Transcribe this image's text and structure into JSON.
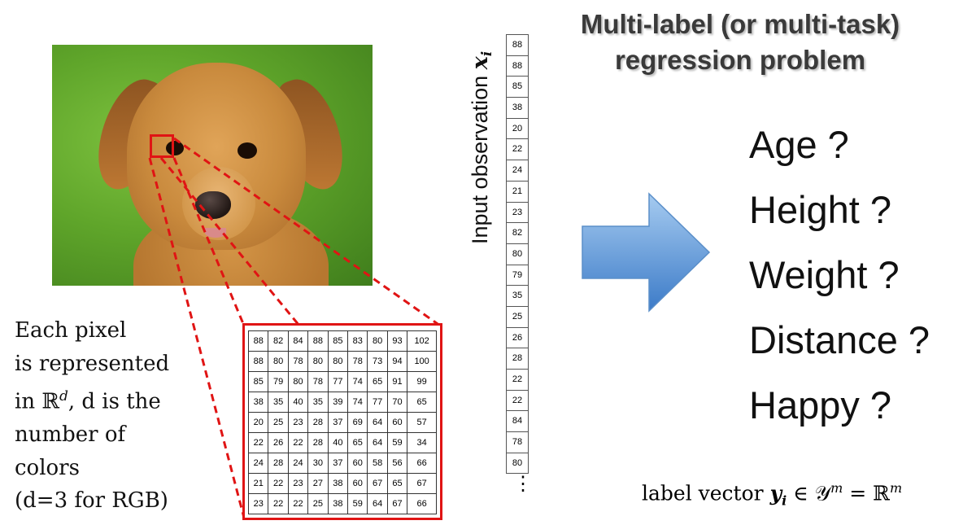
{
  "title": {
    "line1": "Multi-label (or multi-task)",
    "line2": "regression problem"
  },
  "description": {
    "lines": [
      "Each pixel",
      "is represented",
      "in ℝ",
      "number of",
      "colors",
      "(d=3 for RGB)"
    ],
    "superscript_d": "d",
    "suffix_line3": ", d is the"
  },
  "pixel_grid": [
    [
      88,
      82,
      84,
      88,
      85,
      83,
      80,
      93,
      102
    ],
    [
      88,
      80,
      78,
      80,
      80,
      78,
      73,
      94,
      100
    ],
    [
      85,
      79,
      80,
      78,
      77,
      74,
      65,
      91,
      99
    ],
    [
      38,
      35,
      40,
      35,
      39,
      74,
      77,
      70,
      65
    ],
    [
      20,
      25,
      23,
      28,
      37,
      69,
      64,
      60,
      57
    ],
    [
      22,
      26,
      22,
      28,
      40,
      65,
      64,
      59,
      34
    ],
    [
      24,
      28,
      24,
      30,
      37,
      60,
      58,
      56,
      66
    ],
    [
      21,
      22,
      23,
      27,
      38,
      60,
      67,
      65,
      67
    ],
    [
      23,
      22,
      22,
      25,
      38,
      59,
      64,
      67,
      66
    ]
  ],
  "input_vector": {
    "label": "Input observation ",
    "symbol": "x",
    "subscript": "i",
    "values": [
      88,
      88,
      85,
      38,
      20,
      22,
      24,
      21,
      23,
      82,
      80,
      79,
      35,
      25,
      26,
      28,
      22,
      22,
      84,
      78,
      80
    ],
    "ellipsis": "⋮"
  },
  "targets": [
    "Age ?",
    "Height ?",
    "Weight ?",
    "Distance ?",
    "Happy ?"
  ],
  "label_vector": {
    "text": "label vector ",
    "symbol": "y",
    "subscript": "i",
    "rest": " ∈ 𝒴",
    "sup_m": "m",
    "equals": " = ℝ",
    "sup_m2": "m"
  },
  "colors": {
    "highlight": "#e01414",
    "arrow_top": "#9cc4ee",
    "arrow_bottom": "#3f7fcc",
    "title": "#3a3a3a"
  }
}
